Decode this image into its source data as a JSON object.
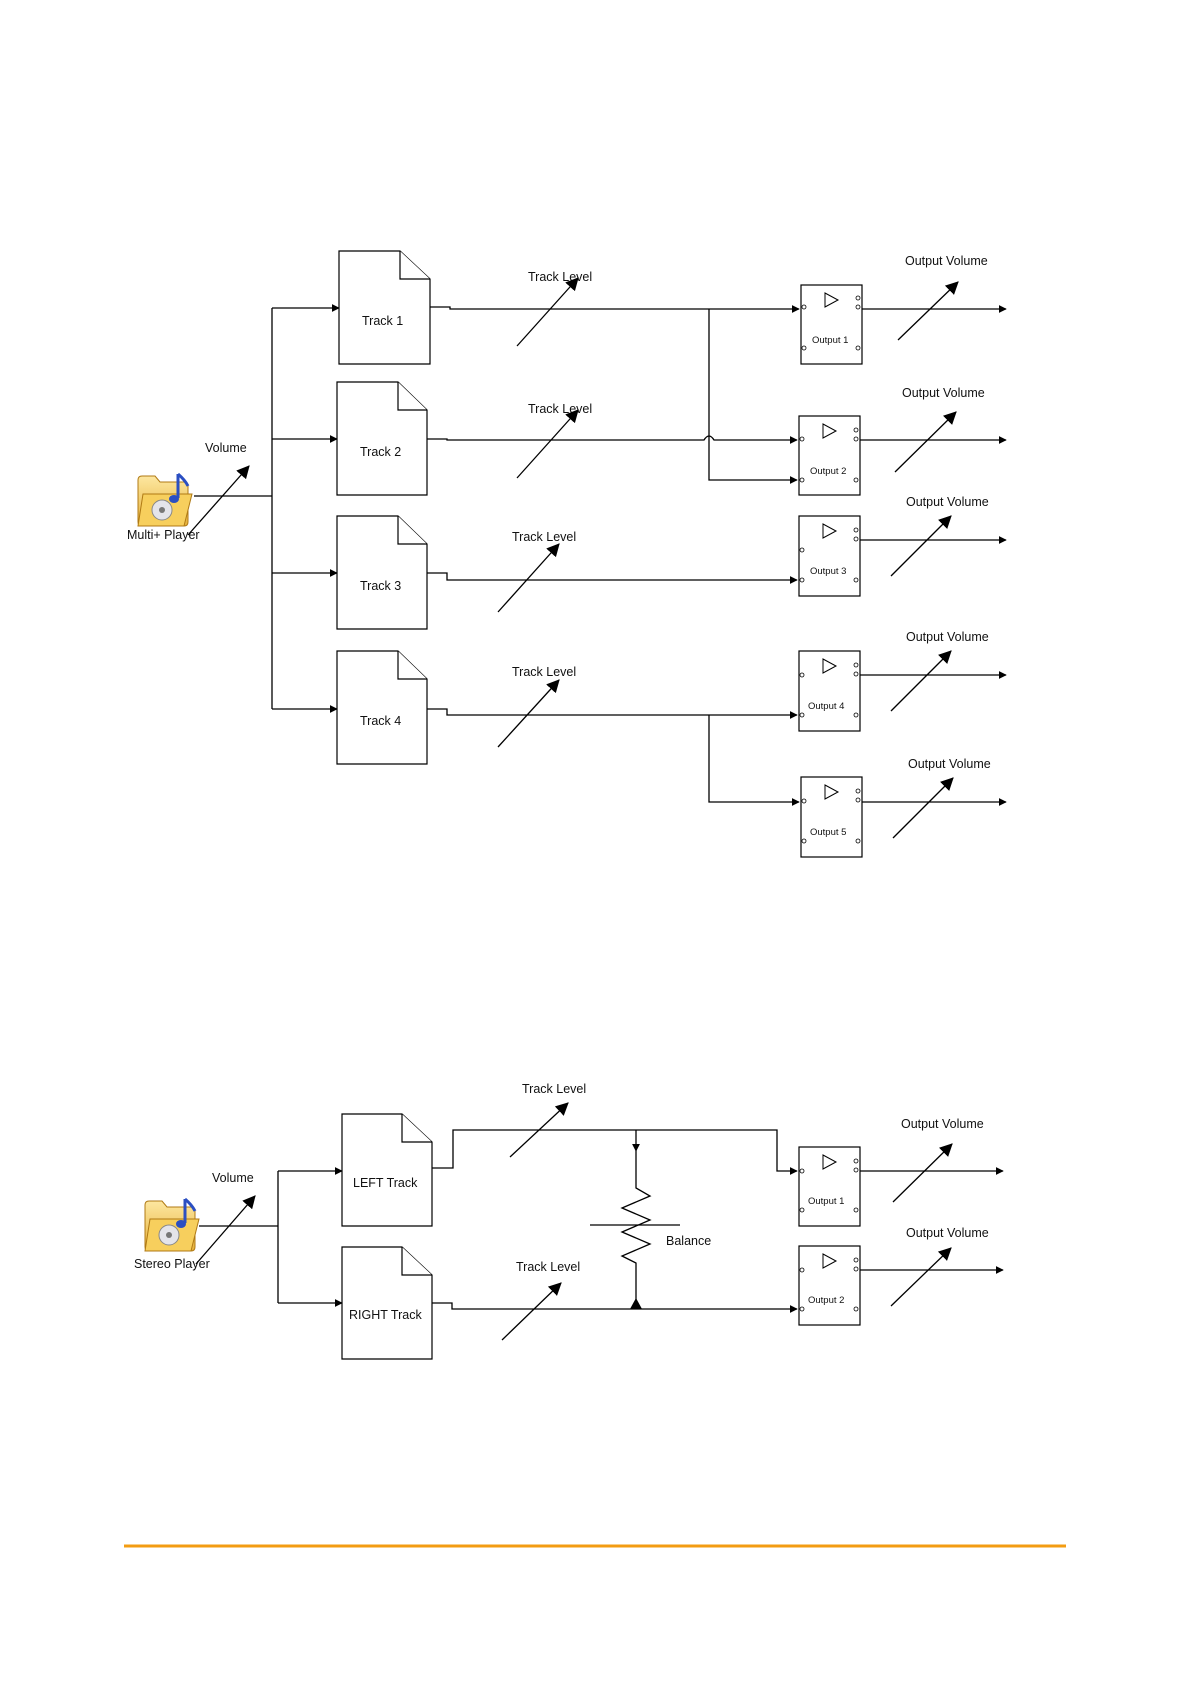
{
  "diagram1": {
    "player_label": "Multi+ Player",
    "volume_label": "Volume",
    "tracks": [
      "Track 1",
      "Track 2",
      "Track 3",
      "Track 4"
    ],
    "track_level_label": "Track Level",
    "outputs": [
      "Output 1",
      "Output 2",
      "Output 3",
      "Output 4",
      "Output 5"
    ],
    "output_volume_label": "Output Volume"
  },
  "diagram2": {
    "player_label": "Stereo Player",
    "volume_label": "Volume",
    "tracks": [
      "LEFT Track",
      "RIGHT Track"
    ],
    "track_level_label": "Track Level",
    "balance_label": "Balance",
    "outputs": [
      "Output 1",
      "Output 2"
    ],
    "output_volume_label": "Output Volume"
  },
  "colors": {
    "footer_rule": "#f39c12"
  },
  "icons": [
    "music-folder-icon",
    "amplifier-triangle-icon"
  ]
}
